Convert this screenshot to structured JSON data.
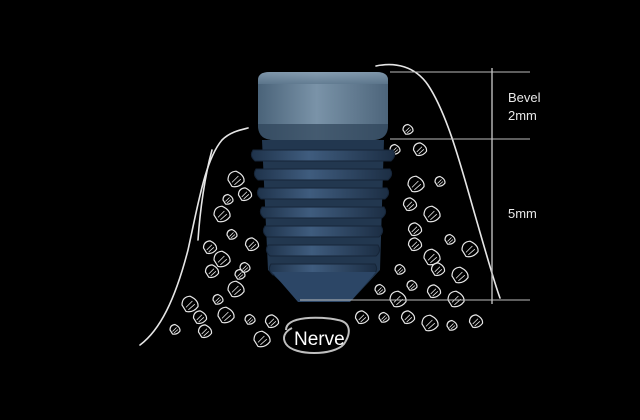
{
  "labels": {
    "bevel_line1": "Bevel",
    "bevel_line2": "2mm",
    "body_height": "5mm",
    "nerve": "Nerve"
  },
  "colors": {
    "background": "#000000",
    "implant_collar": "#5d7890",
    "implant_thread": "#2f4a6a",
    "sketch_line": "#e6e6e6",
    "dimension_line": "#bdbdbd"
  }
}
